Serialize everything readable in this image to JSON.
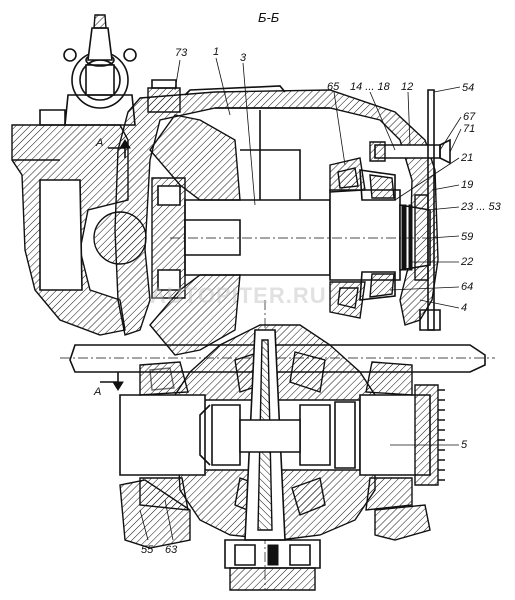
{
  "section_title": "Б-Б",
  "watermark": "AUTOPITER.RU",
  "section_marks": [
    "A",
    "A"
  ],
  "part_labels": [
    "73",
    "1",
    "3",
    "65",
    "14 ... 18",
    "12",
    "54",
    "67",
    "71",
    "21",
    "19",
    "23 ... 53",
    "59",
    "22",
    "64",
    "4",
    "5",
    "55",
    "63"
  ]
}
